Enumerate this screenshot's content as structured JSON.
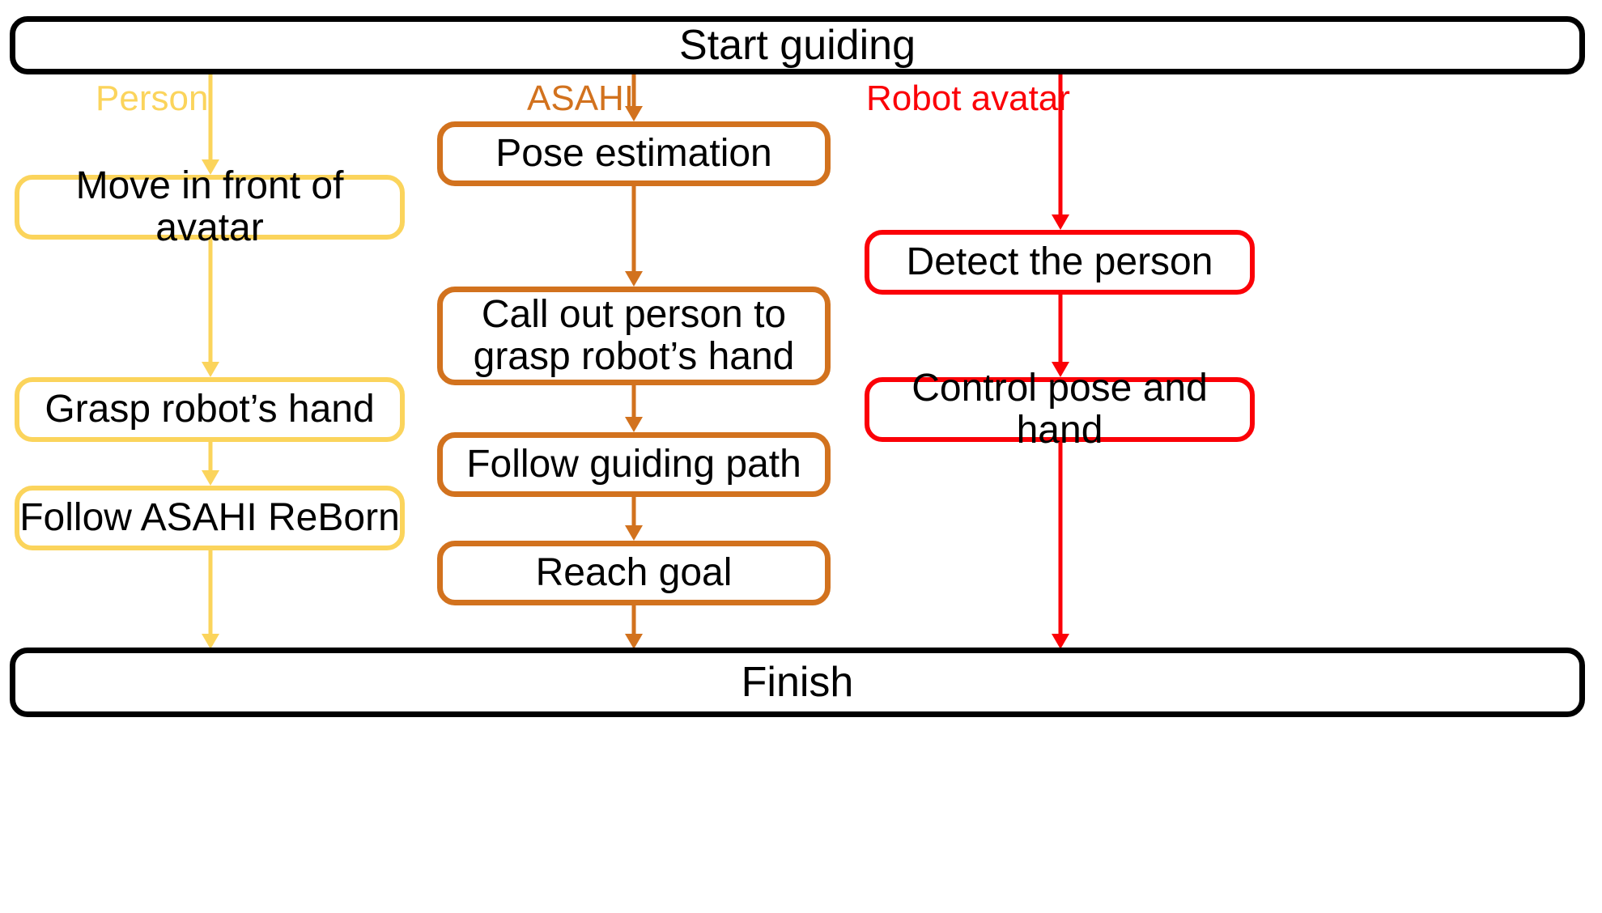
{
  "diagram": {
    "title": "Guiding task flowchart",
    "colors": {
      "person_lane": "#FBD45C",
      "asahi_lane": "#D2721E",
      "robot_lane": "#FB0007",
      "terminal": "#000000",
      "text": "#000000",
      "background": "#FFFFFF"
    },
    "start": {
      "label": "Start guiding"
    },
    "finish": {
      "label": "Finish"
    },
    "lanes": [
      {
        "id": "person",
        "label": "Person",
        "color": "#FBD45C",
        "steps": [
          {
            "label": "Move in front of avatar"
          },
          {
            "label": "Grasp robot’s hand"
          },
          {
            "label": "Follow ASAHI ReBorn"
          }
        ]
      },
      {
        "id": "asahi",
        "label": "ASAHI",
        "color": "#D2721E",
        "steps": [
          {
            "label": "Pose estimation"
          },
          {
            "label": "Call out person to\ngrasp robot’s hand"
          },
          {
            "label": "Follow guiding path"
          },
          {
            "label": "Reach goal"
          }
        ]
      },
      {
        "id": "robot",
        "label": "Robot avatar",
        "color": "#FB0007",
        "steps": [
          {
            "label": "Detect the person"
          },
          {
            "label": "Control pose and hand"
          }
        ]
      }
    ]
  }
}
